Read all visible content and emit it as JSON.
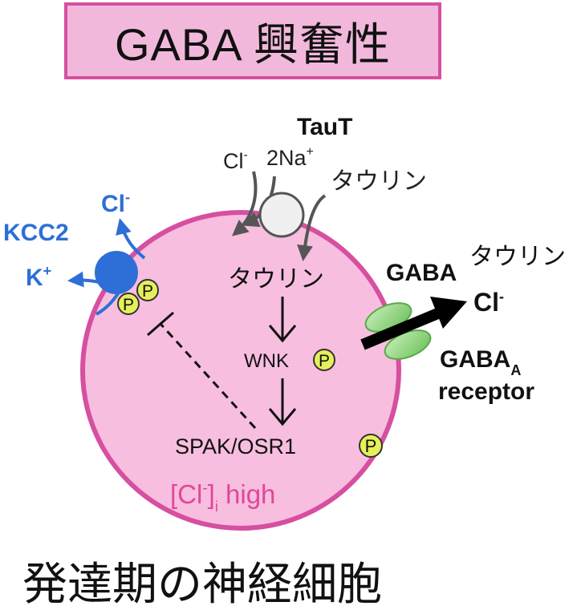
{
  "title": "GABA 興奮性",
  "caption": "発達期の神経細胞",
  "cell": {
    "label_main": "[Cl",
    "label_sup": "-",
    "label_close": "]",
    "label_sub": "i",
    "label_tail": " high"
  },
  "taut": {
    "name": "TauT",
    "cl": "Cl",
    "cl_sup": "-",
    "na": "2Na",
    "na_sup": "+",
    "taurine": "タウリン"
  },
  "kcc2": {
    "name": "KCC2",
    "cl": "Cl",
    "cl_sup": "-",
    "k": "K",
    "k_sup": "+",
    "p": "P"
  },
  "pathway": {
    "taurine": "タウリン",
    "wnk": "WNK",
    "spak": "SPAK/OSR1",
    "p": "P"
  },
  "gaba_receptor": {
    "gaba": "GABA",
    "taurine": "タウリン",
    "cl": "Cl",
    "cl_sup": "-",
    "receptor_line1": "GABA",
    "receptor_sub": "A",
    "receptor_line2": "receptor"
  },
  "colors": {
    "cell_fill": "#f7bedf",
    "cell_stroke": "#d64fa0",
    "title_fill": "#f2b8dc",
    "kcc2_blue": "#2d6fd6",
    "phospho_yellow": "#e6f05a",
    "receptor_green": "#8fd47e",
    "cell_label_pink": "#e0479a"
  }
}
